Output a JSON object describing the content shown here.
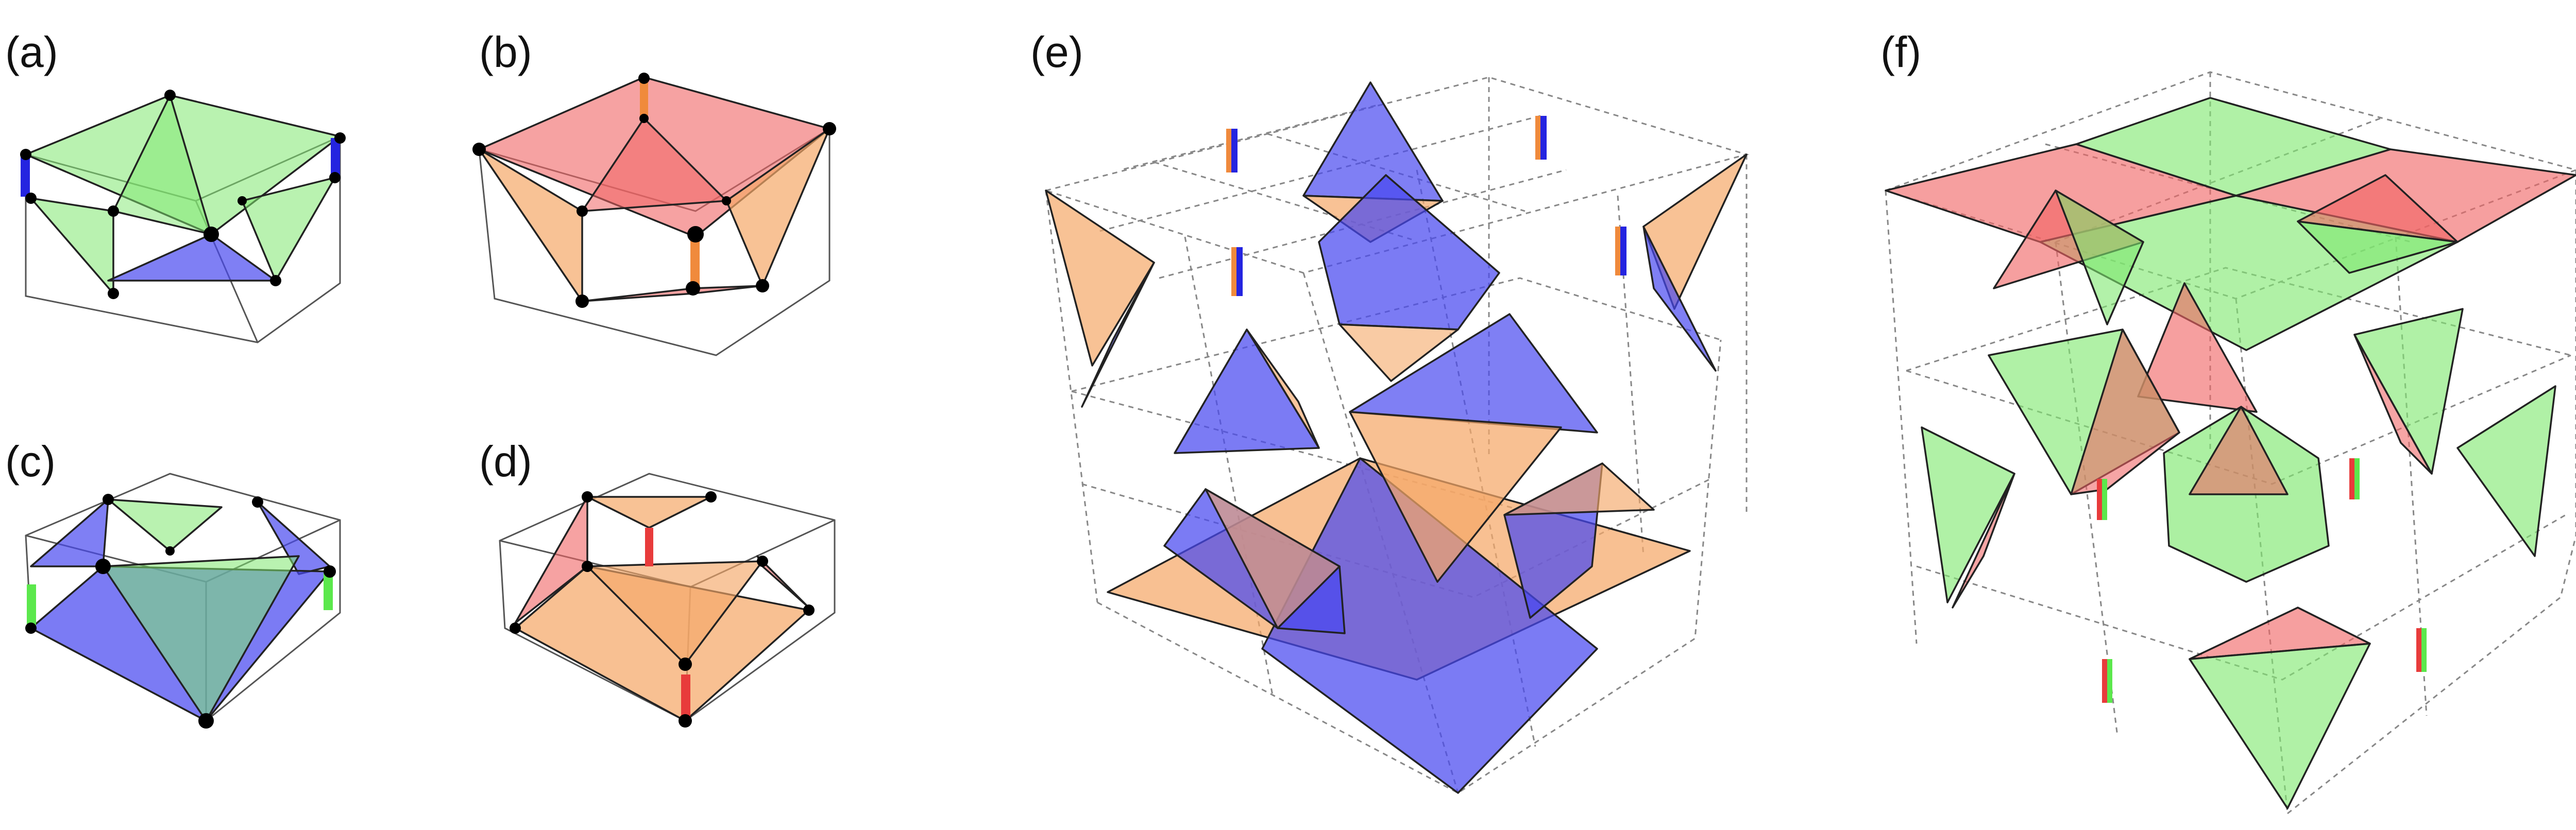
{
  "panels": [
    {
      "id": "a",
      "label": "(a)"
    },
    {
      "id": "b",
      "label": "(b)"
    },
    {
      "id": "c",
      "label": "(c)"
    },
    {
      "id": "d",
      "label": "(d)"
    },
    {
      "id": "e",
      "label": "(e)"
    },
    {
      "id": "f",
      "label": "(f)"
    }
  ],
  "colors": {
    "green": "#7fe870",
    "red": "#f06464",
    "blue": "#4848f0",
    "orange": "#f5a868",
    "green_bar": "#5be84c",
    "red_bar": "#e83b3b",
    "blue_bar": "#2424e0",
    "orange_bar": "#f08a3c"
  }
}
